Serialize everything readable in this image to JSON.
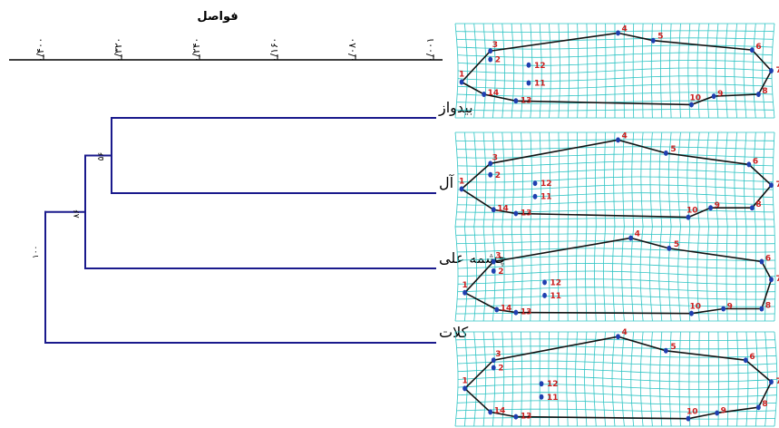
{
  "colors": {
    "tree": "#1a1a8c",
    "grid": "#2ec4c4",
    "outline": "#111111",
    "landmark_dot": "#1f3fb0",
    "landmark_number": "#cc1f1f"
  },
  "dendrogram": {
    "axis_title": "فواصل",
    "ticks": [
      {
        "label": "۰/۰۰۱",
        "value": 0.0
      },
      {
        "label": "۰/۰۸۰",
        "value": 0.2
      },
      {
        "label": "۰/۱۶۰",
        "value": 0.4
      },
      {
        "label": "۰/۲۴۰",
        "value": 0.6
      },
      {
        "label": "۰/۳۲۰",
        "value": 0.8
      },
      {
        "label": "۰/۴۰۰",
        "value": 1.0
      }
    ],
    "leaves": [
      {
        "label": "بیدواز"
      },
      {
        "label": "آل"
      },
      {
        "label": "چشمه علی"
      },
      {
        "label": "کلات"
      }
    ],
    "bootstrap_labels": [
      "۵۶",
      "۸۶",
      "۱۰۰"
    ]
  },
  "landmark_panels": [
    {
      "landmarks": [
        "1",
        "2",
        "3",
        "4",
        "5",
        "6",
        "7",
        "8",
        "9",
        "10",
        "11",
        "12",
        "13",
        "14"
      ]
    },
    {
      "landmarks": [
        "1",
        "2",
        "3",
        "4",
        "5",
        "6",
        "7",
        "8",
        "9",
        "10",
        "11",
        "12",
        "13",
        "14"
      ]
    },
    {
      "landmarks": [
        "1",
        "2",
        "3",
        "4",
        "5",
        "6",
        "7",
        "8",
        "9",
        "10",
        "11",
        "12",
        "13",
        "14"
      ]
    },
    {
      "landmarks": [
        "1",
        "2",
        "3",
        "4",
        "5",
        "6",
        "7",
        "8",
        "9",
        "10",
        "11",
        "12",
        "13",
        "14"
      ]
    }
  ]
}
